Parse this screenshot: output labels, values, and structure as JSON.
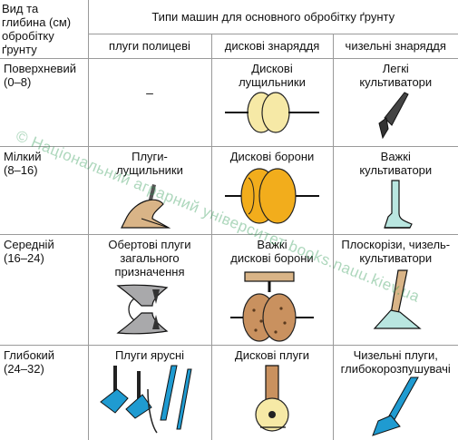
{
  "header": {
    "depth_column": [
      "Вид та",
      "глибина (см)",
      "обробітку",
      "ґрунту"
    ],
    "machines_title": "Типи машин для основного обробітку ґрунту",
    "columns": [
      "плуги полицеві",
      "дискові знаряддя",
      "чизельні знаряддя"
    ]
  },
  "rows": [
    {
      "depth": [
        "Поверхневий",
        "(0–8)"
      ],
      "plow": [
        "–"
      ],
      "disc": [
        "Дискові",
        "лущильники"
      ],
      "chisel": [
        "Легкі",
        "культиватори"
      ]
    },
    {
      "depth": [
        "Мілкий",
        "(8–16)"
      ],
      "plow": [
        "Плуги-",
        "лущильники"
      ],
      "disc": [
        "Дискові борони"
      ],
      "chisel": [
        "Важкі",
        "культиватори"
      ]
    },
    {
      "depth": [
        "Середній",
        "(16–24)"
      ],
      "plow": [
        "Обертові плуги",
        "загального",
        "призначення"
      ],
      "disc": [
        "Важкі",
        "дискові борони"
      ],
      "chisel": [
        "Плоскорізи, чизель-",
        "культиватори"
      ]
    },
    {
      "depth": [
        "Глибокий",
        "(24–32)"
      ],
      "plow": [
        "Плуги ярусні"
      ],
      "disc": [
        "Дискові плуги"
      ],
      "chisel": [
        "Чизельні плуги,",
        "глибокорозпушувачі"
      ]
    }
  ],
  "watermark": "© Національний аграрний університет  books.nauu.kiev.ua",
  "colors": {
    "border": "#9a9a9a",
    "disc_light": "#f6e9a6",
    "disc_orange": "#f2ad1c",
    "disc_brown": "#c9915f",
    "chisel_teal": "#b9e6e0",
    "plow_tan": "#d9b487",
    "plow_gray": "#a9a9ab",
    "plow_blue": "#1f9bd1",
    "watermark_green": "#2aa05a"
  },
  "icons": [
    "light-disc-harrow-icon",
    "orange-disc-harrow-icon",
    "brown-heavy-disc-harrow-icon",
    "disc-plow-icon",
    "light-cultivator-tine-icon",
    "heavy-cultivator-tine-icon",
    "flat-cutter-tine-icon",
    "chisel-plow-tine-icon",
    "skimmer-plow-icon",
    "reversible-plow-icon",
    "tiered-plow-icon"
  ]
}
